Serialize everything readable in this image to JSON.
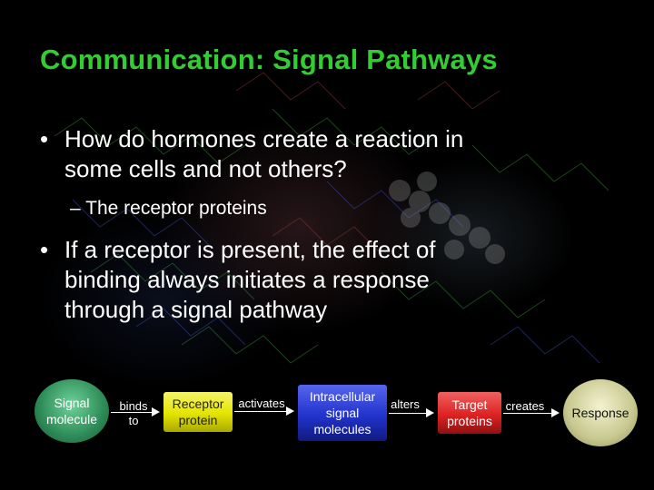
{
  "slide": {
    "title": "Communication:  Signal Pathways",
    "bullets": [
      {
        "marker": "•",
        "lines": [
          "How do hormones create a reaction in",
          "some cells and not others?"
        ]
      },
      {
        "marker": "•",
        "lines": [
          "If a receptor is present, the effect of",
          "binding always initiates a response",
          "through a signal pathway"
        ]
      }
    ],
    "sub_bullet": "– The receptor proteins"
  },
  "pathway": {
    "nodes": [
      {
        "lines": [
          "Signal",
          "molecule"
        ],
        "color": "#2e8b57"
      },
      {
        "lines": [
          "Receptor",
          "protein"
        ],
        "color": "#e4e400"
      },
      {
        "lines": [
          "Intracellular",
          "signal",
          "molecules"
        ],
        "color": "#2233cc"
      },
      {
        "lines": [
          "Target",
          "proteins"
        ],
        "color": "#dd2222"
      },
      {
        "lines": [
          "Response"
        ],
        "color": "#c8c890"
      }
    ],
    "connectors": [
      {
        "lines": [
          "binds",
          "to"
        ]
      },
      {
        "lines": [
          "activates"
        ]
      },
      {
        "lines": [
          "alters"
        ]
      },
      {
        "lines": [
          "creates"
        ]
      }
    ]
  }
}
